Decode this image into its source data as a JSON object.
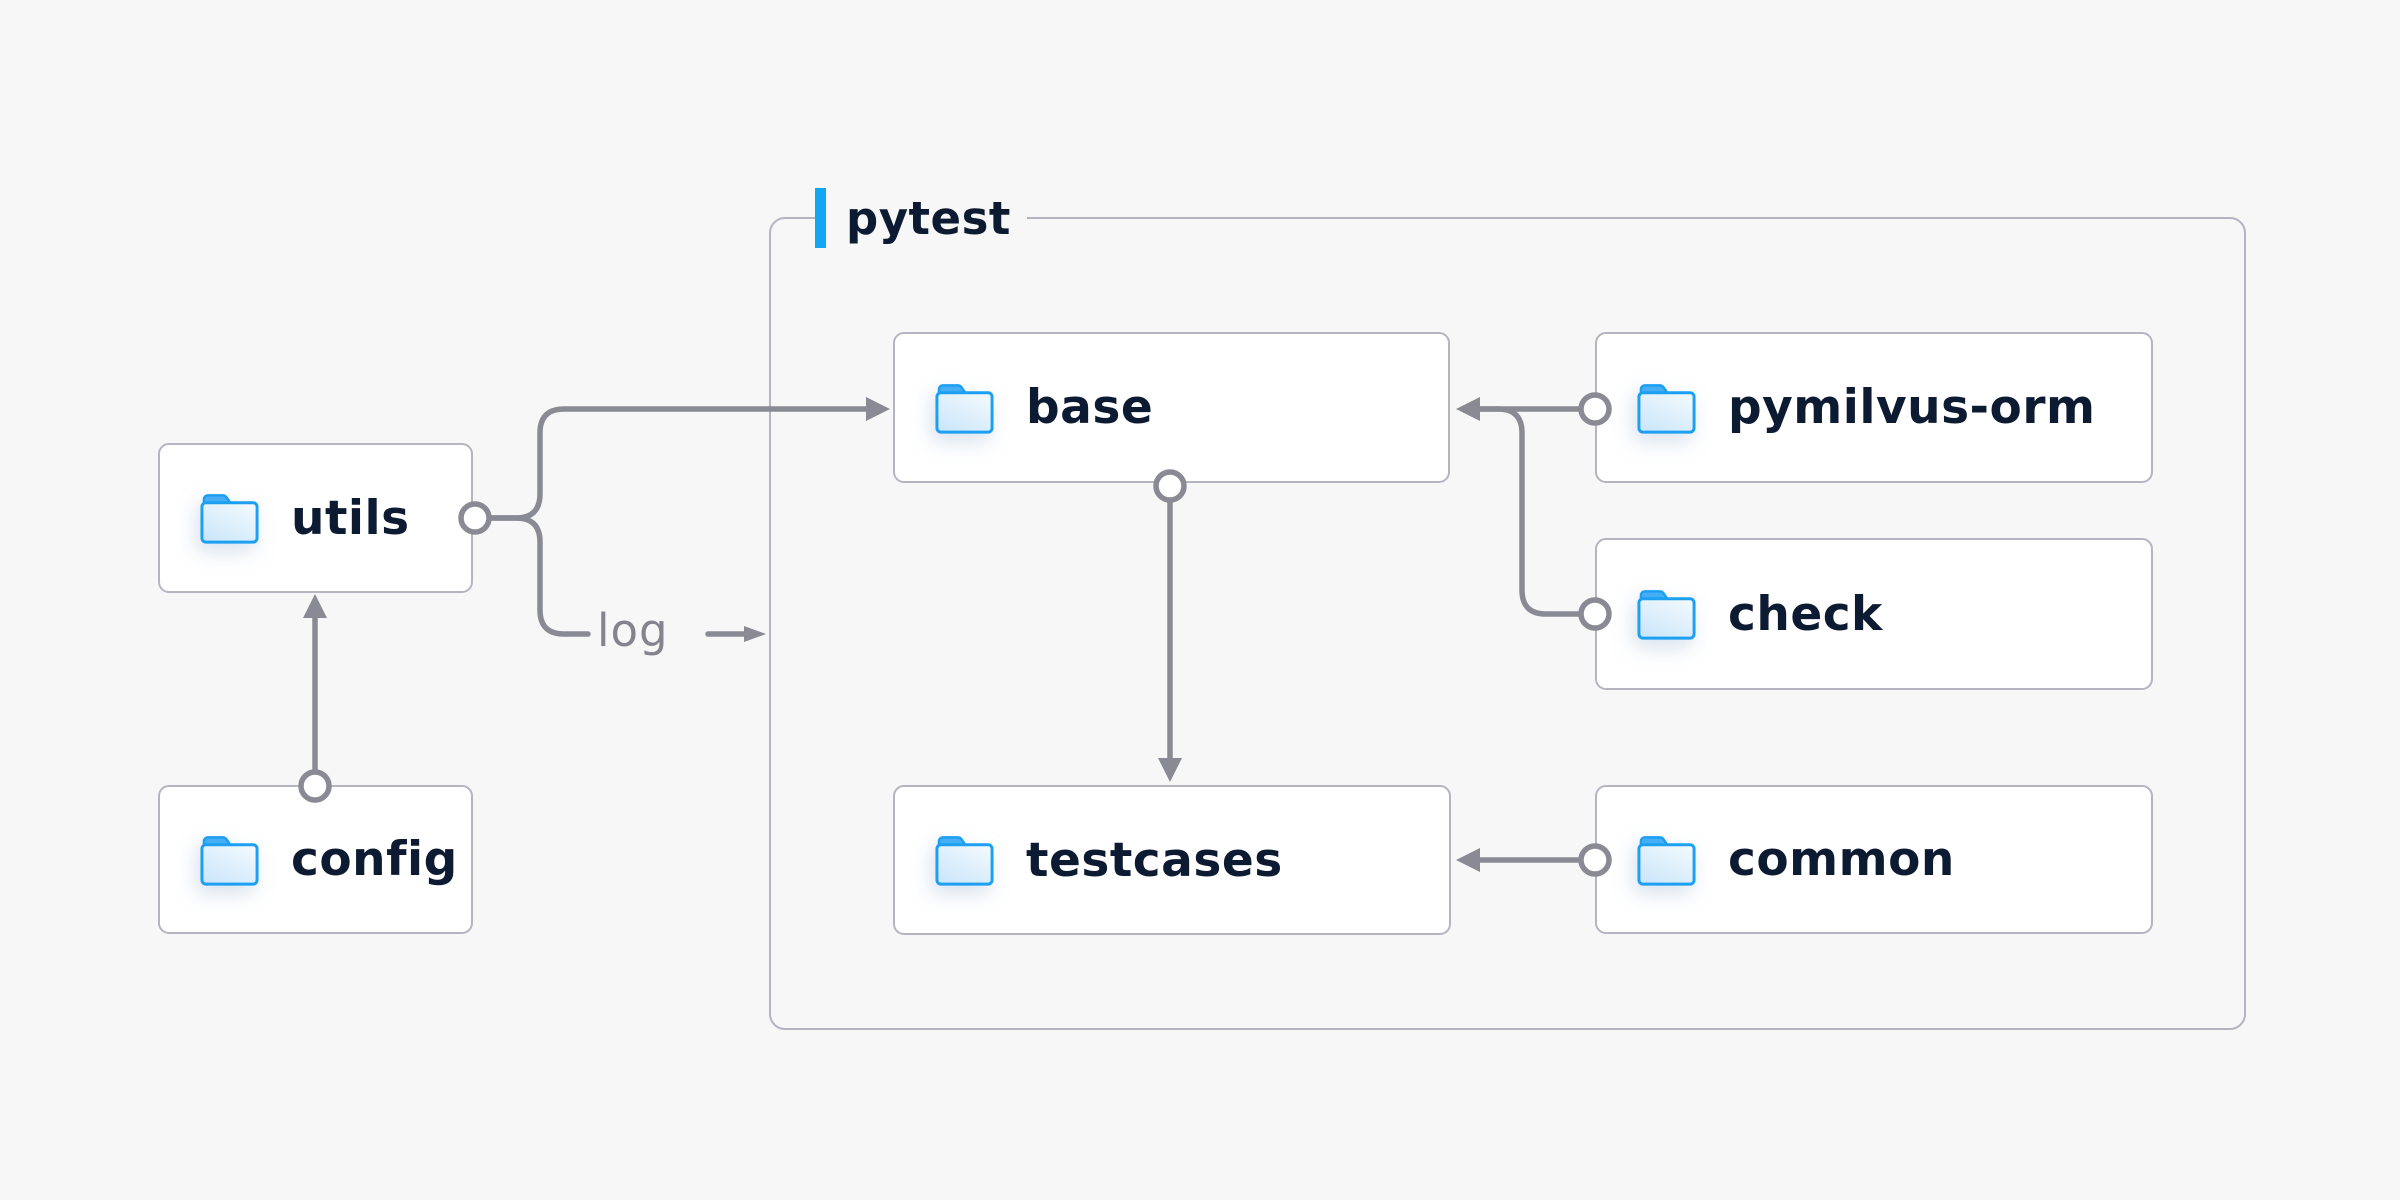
{
  "group": {
    "label": "pytest"
  },
  "nodes": {
    "utils": {
      "label": "utils",
      "icon": "folder-icon"
    },
    "config": {
      "label": "config",
      "icon": "folder-icon"
    },
    "base": {
      "label": "base",
      "icon": "folder-icon"
    },
    "pymilvus_orm": {
      "label": "pymilvus-orm",
      "icon": "folder-icon"
    },
    "check": {
      "label": "check",
      "icon": "folder-icon"
    },
    "testcases": {
      "label": "testcases",
      "icon": "folder-icon"
    },
    "common": {
      "label": "common",
      "icon": "folder-icon"
    }
  },
  "edges": {
    "log_label": "log"
  },
  "colors": {
    "background": "#f7f7f8",
    "node_fill": "#ffffff",
    "node_border": "#b5b5c2",
    "group_border": "#b5b5c2",
    "connector": "#8a8a94",
    "label_text": "#0d1b32",
    "edge_label_text": "#84848e",
    "accent_bar": "#12a7f2",
    "folder_outline": "#1d9ff2",
    "folder_tab": "#45aef5",
    "folder_fill_light": "#f2f9fe",
    "folder_fill_dark": "#cbe6fa"
  }
}
